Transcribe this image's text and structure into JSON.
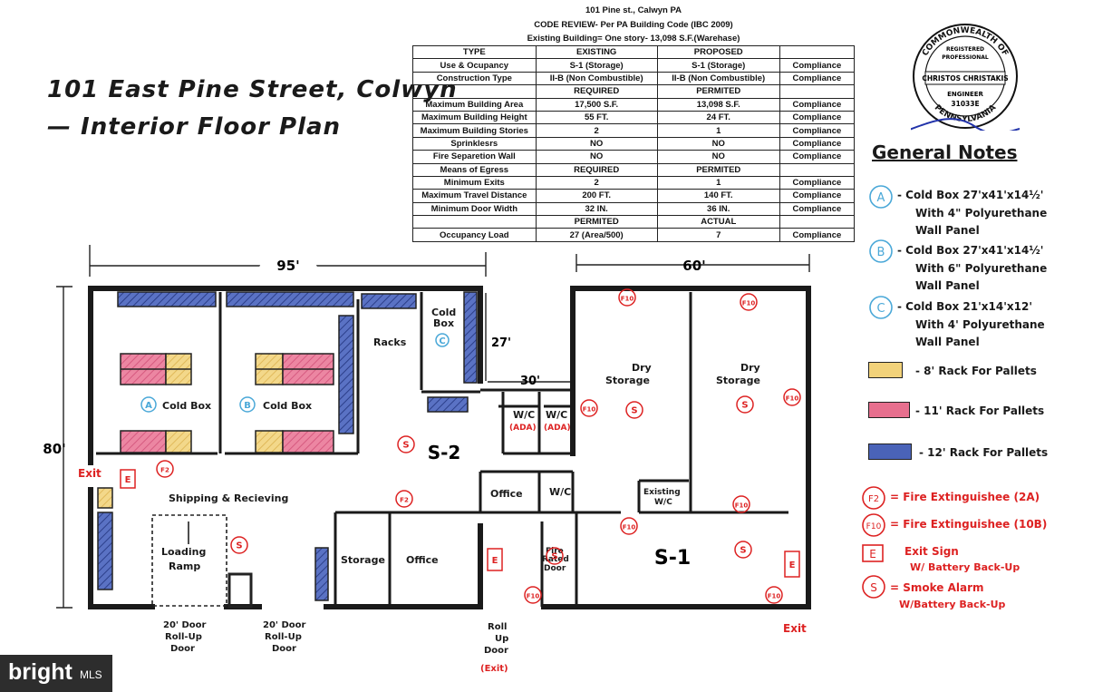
{
  "title": {
    "line1": "101 East Pine Street, Colwyn",
    "line2": "— Interior Floor Plan"
  },
  "code_review": {
    "header": [
      "101 Pine st., Calwyn PA",
      "CODE REVIEW- Per PA Building Code (IBC 2009)",
      "Existing Building= One story- 13,098 S.F.(Warehase)"
    ],
    "rows": [
      [
        "TYPE",
        "EXISTING",
        "PROPOSED",
        ""
      ],
      [
        "Use & Ocupancy",
        "S-1 (Storage)",
        "S-1 (Storage)",
        "Compliance"
      ],
      [
        "Construction Type",
        "II-B (Non Combustible)",
        "II-B (Non Combustible)",
        "Compliance"
      ],
      [
        "",
        "REQUIRED",
        "PERMITED",
        ""
      ],
      [
        "Maximum Building Area",
        "17,500 S.F.",
        "13,098 S.F.",
        "Compliance"
      ],
      [
        "Maximum Building Height",
        "55 FT.",
        "24 FT.",
        "Compliance"
      ],
      [
        "Maximum Building Stories",
        "2",
        "1",
        "Compliance"
      ],
      [
        "Sprinklesrs",
        "NO",
        "NO",
        "Compliance"
      ],
      [
        "Fire Separetion Wall",
        "NO",
        "NO",
        "Compliance"
      ],
      [
        "Means of Egress",
        "REQUIRED",
        "PERMITED",
        ""
      ],
      [
        "Minimum Exits",
        "2",
        "1",
        "Compliance"
      ],
      [
        "Maximum Travel Distance",
        "200 FT.",
        "140 FT.",
        "Compliance"
      ],
      [
        "Minimum Door Width",
        "32 IN.",
        "36 IN.",
        "Compliance"
      ],
      [
        "",
        "PERMITED",
        "ACTUAL",
        ""
      ],
      [
        "Occupancy Load",
        "27 (Area/500)",
        "7",
        "Compliance"
      ]
    ]
  },
  "seal": {
    "top": "COMMONWEALTH OF",
    "reg": "REGISTERED",
    "prof": "PROFESSIONAL",
    "name": "CHRISTOS CHRISTAKIS",
    "eng": "ENGINEER",
    "num": "31033E",
    "bottom": "PENNSYLVANIA"
  },
  "notes": {
    "title": "General Notes",
    "a": {
      "mark": "A",
      "l1": "- Cold Box 27'x41'x14½'",
      "l2": "With 4\" Polyurethane",
      "l3": "Wall Panel"
    },
    "b": {
      "mark": "B",
      "l1": "- Cold Box 27'x41'x14½'",
      "l2": "With 6\" Polyurethane",
      "l3": "Wall Panel"
    },
    "c": {
      "mark": "C",
      "l1": "- Cold Box 21'x14'x12'",
      "l2": "With 4' Polyurethane",
      "l3": "Wall Panel"
    },
    "rack8": "- 8' Rack For Pallets",
    "rack11": "- 11' Rack For Pallets",
    "rack12": "- 12' Rack For Pallets",
    "f2": {
      "mark": "F2",
      "text": "= Fire Extinguishee (2A)"
    },
    "f10": {
      "mark": "F10",
      "text": "= Fire Extinguishee (10B)"
    },
    "exit": {
      "mark": "E",
      "l1": "Exit Sign",
      "l2": "W/ Battery Back-Up"
    },
    "smoke": {
      "mark": "S",
      "l1": "= Smoke Alarm",
      "l2": "W/Battery Back-Up"
    }
  },
  "colors": {
    "wall": "#1a1a1a",
    "red": "#dd2222",
    "blue_rack": "#4a63b8",
    "pink_rack": "#e76f8e",
    "yellow_rack": "#f2d27a",
    "cyan_mark": "#4aa8d8"
  },
  "plan": {
    "dim_95": "95'",
    "dim_60": "60'",
    "dim_80": "80'",
    "dim_27": "27'",
    "dim_30": "30'",
    "cold_box_a": "Cold Box",
    "cold_box_b": "Cold Box",
    "mark_a": "A",
    "mark_b": "B",
    "mark_c": "C",
    "racks": "Racks",
    "cold_box_c1": "Cold",
    "cold_box_c2": "Box",
    "s2": "S-2",
    "s1": "S-1",
    "wc_ada1": "W/C",
    "wc_ada2": "W/C",
    "ada": "(ADA)",
    "office1": "Office",
    "wc": "W/C",
    "office2": "Office",
    "storage": "Storage",
    "existing_wc1": "Existing",
    "existing_wc2": "W/C",
    "dry1a": "Dry",
    "dry1b": "Storage",
    "dry2a": "Dry",
    "dry2b": "Storage",
    "shipping": "Shipping & Recieving",
    "loading1": "Loading",
    "loading2": "Ramp",
    "fire_door1": "Fire",
    "fire_door2": "Rated",
    "fire_door3": "Door",
    "exit_left": "Exit",
    "exit_right": "Exit",
    "door1_l1": "20' Door",
    "door1_l2": "Roll-Up",
    "door1_l3": "Door",
    "door2_l1": "20' Door",
    "door2_l2": "Roll-Up",
    "door2_l3": "Door",
    "door3_l1": "Roll",
    "door3_l2": "Up",
    "door3_l3": "Door",
    "door3_l4": "(Exit)",
    "f2": "F2",
    "f10": "F10",
    "s": "S",
    "e": "E"
  },
  "brand": {
    "name": "bright",
    "suffix": "MLS"
  }
}
